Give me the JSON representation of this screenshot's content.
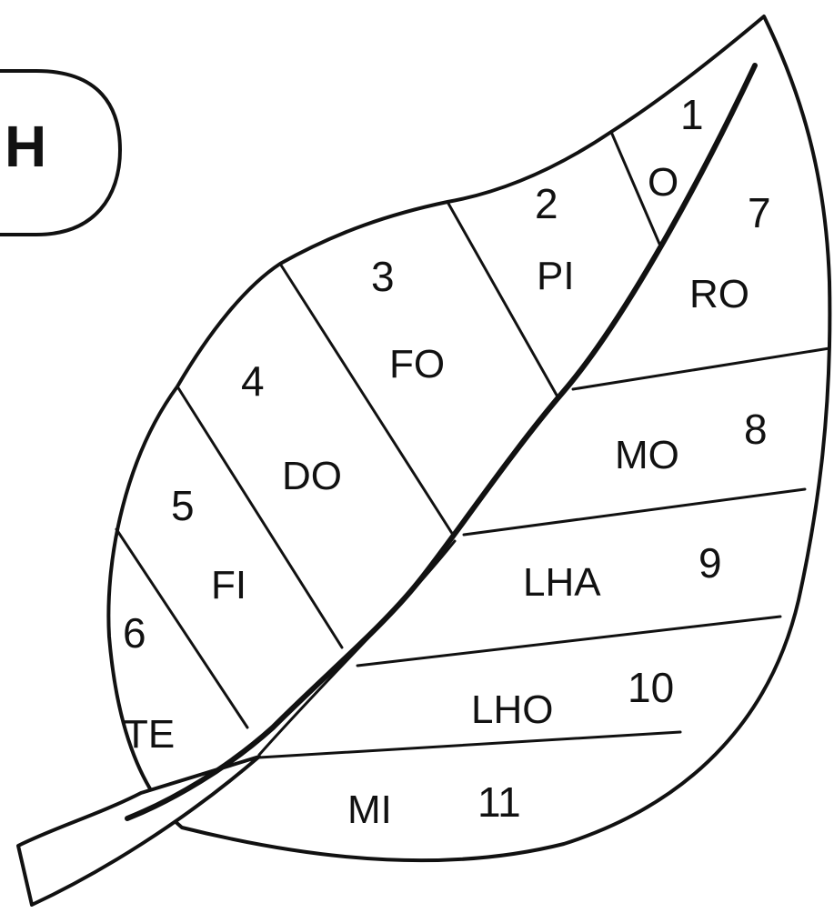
{
  "badge": {
    "text": "H"
  },
  "sections": [
    {
      "number": "1",
      "code": "O"
    },
    {
      "number": "2",
      "code": "PI"
    },
    {
      "number": "3",
      "code": "FO"
    },
    {
      "number": "4",
      "code": "DO"
    },
    {
      "number": "5",
      "code": "FI"
    },
    {
      "number": "6",
      "code": "TE"
    },
    {
      "number": "7",
      "code": "RO"
    },
    {
      "number": "8",
      "code": "MO"
    },
    {
      "number": "9",
      "code": "LHA"
    },
    {
      "number": "10",
      "code": "LHO"
    },
    {
      "number": "11",
      "code": "MI"
    }
  ]
}
